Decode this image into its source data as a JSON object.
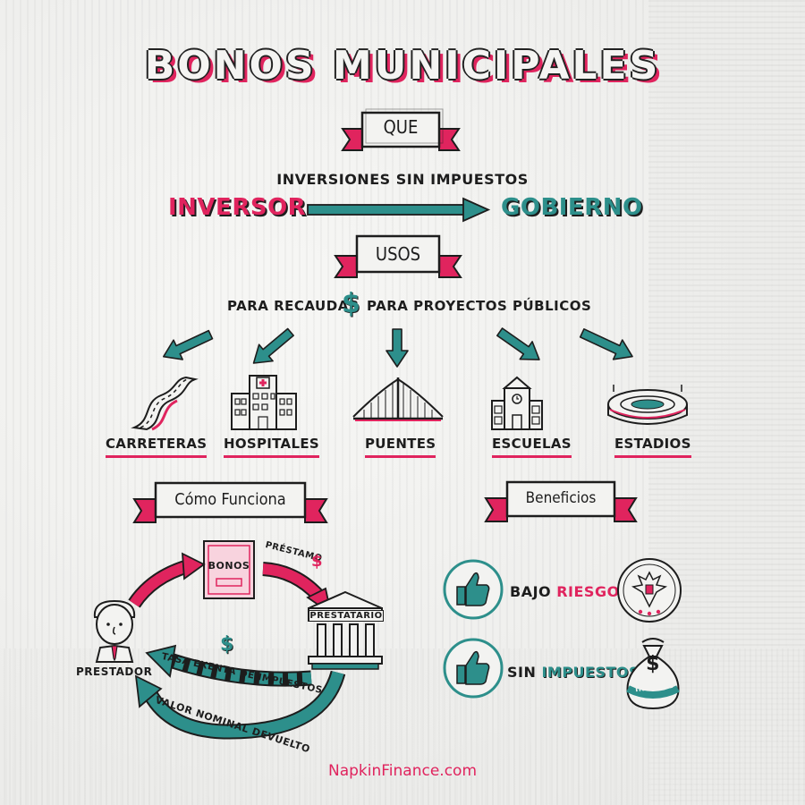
{
  "title": "BONOS MUNICIPALES",
  "sections": {
    "que": "QUE",
    "usos": "USOS",
    "como_funciona": "Cómo Funciona",
    "beneficios": "Beneficios"
  },
  "que": {
    "subtitle": "INVERSIONES SIN IMPUESTOS",
    "from": "INVERSOR",
    "to": "GOBIERNO"
  },
  "usos": {
    "caption_left": "PARA RECAUDAR",
    "caption_symbol": "$",
    "caption_right": "PARA PROYECTOS PÚBLICOS",
    "items": [
      {
        "label": "CARRETERAS",
        "icon": "road-icon"
      },
      {
        "label": "HOSPITALES",
        "icon": "hospital-icon"
      },
      {
        "label": "PUENTES",
        "icon": "bridge-icon"
      },
      {
        "label": "ESCUELAS",
        "icon": "school-icon"
      },
      {
        "label": "ESTADIOS",
        "icon": "stadium-icon"
      }
    ]
  },
  "como_funciona": {
    "bonos": "BONOS",
    "prestamo": "PRÉSTAMO",
    "prestamo_symbol": "$",
    "prestatario": "PRESTATARIO",
    "prestador": "PRESTADOR",
    "tasa": "TASA EXENTA DE IMPUESTOS",
    "tasa_symbol": "$",
    "valor": "VALOR NOMINAL DEVUELTO"
  },
  "beneficios": {
    "items": [
      {
        "prefix": "BAJO",
        "highlight": "RIESGO",
        "icon": "government-seal-icon"
      },
      {
        "prefix": "SIN",
        "highlight": "IMPUESTOS",
        "icon": "money-bag-icon"
      }
    ],
    "money_bag_symbol": "$",
    "money_bag_label": "INTERÉS"
  },
  "footer": "NapkinFinance.com",
  "colors": {
    "pink": "#e0245e",
    "teal": "#2d8f8b",
    "ink": "#1d1d1d"
  }
}
